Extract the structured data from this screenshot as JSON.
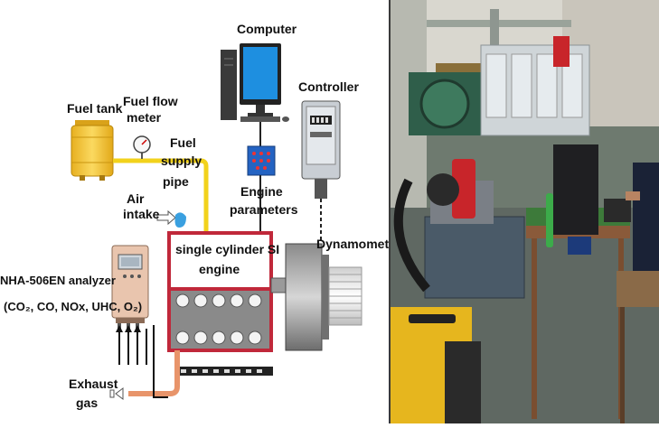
{
  "diagram": {
    "labels": {
      "computer": "Computer",
      "controller": "Controller",
      "fuel_tank": "Fuel tank",
      "fuel_flow_meter_1": "Fuel flow",
      "fuel_flow_meter_2": "meter",
      "fuel_supply_pipe_1": "Fuel",
      "fuel_supply_pipe_2": "supply",
      "fuel_supply_pipe_3": "pipe",
      "engine_parameters_1": "Engine",
      "engine_parameters_2": "parameters",
      "air_intake_1": "Air",
      "air_intake_2": "intake",
      "engine_1": "single cylinder SI",
      "engine_2": "engine",
      "dynamometer": "Dynamometer",
      "analyzer_1": "NHA-506EN  analyzer",
      "analyzer_2": "(CO₂, CO, NOx, UHC, O₂)",
      "exhaust_1": "Exhaust",
      "exhaust_2": "gas"
    },
    "colors": {
      "fuel_line": "#f2d21c",
      "fuel_tank": "#f3c83a",
      "engine_border": "#c0283a",
      "exhaust_pipe": "#e8946a",
      "monitor_screen": "#1e8fe0",
      "daq_box": "#2463c2",
      "analyzer_body": "#e9c5ae",
      "air_intake": "#3aa0e0"
    }
  },
  "photo": {
    "description_icons": [
      "test-bench-photo"
    ]
  }
}
